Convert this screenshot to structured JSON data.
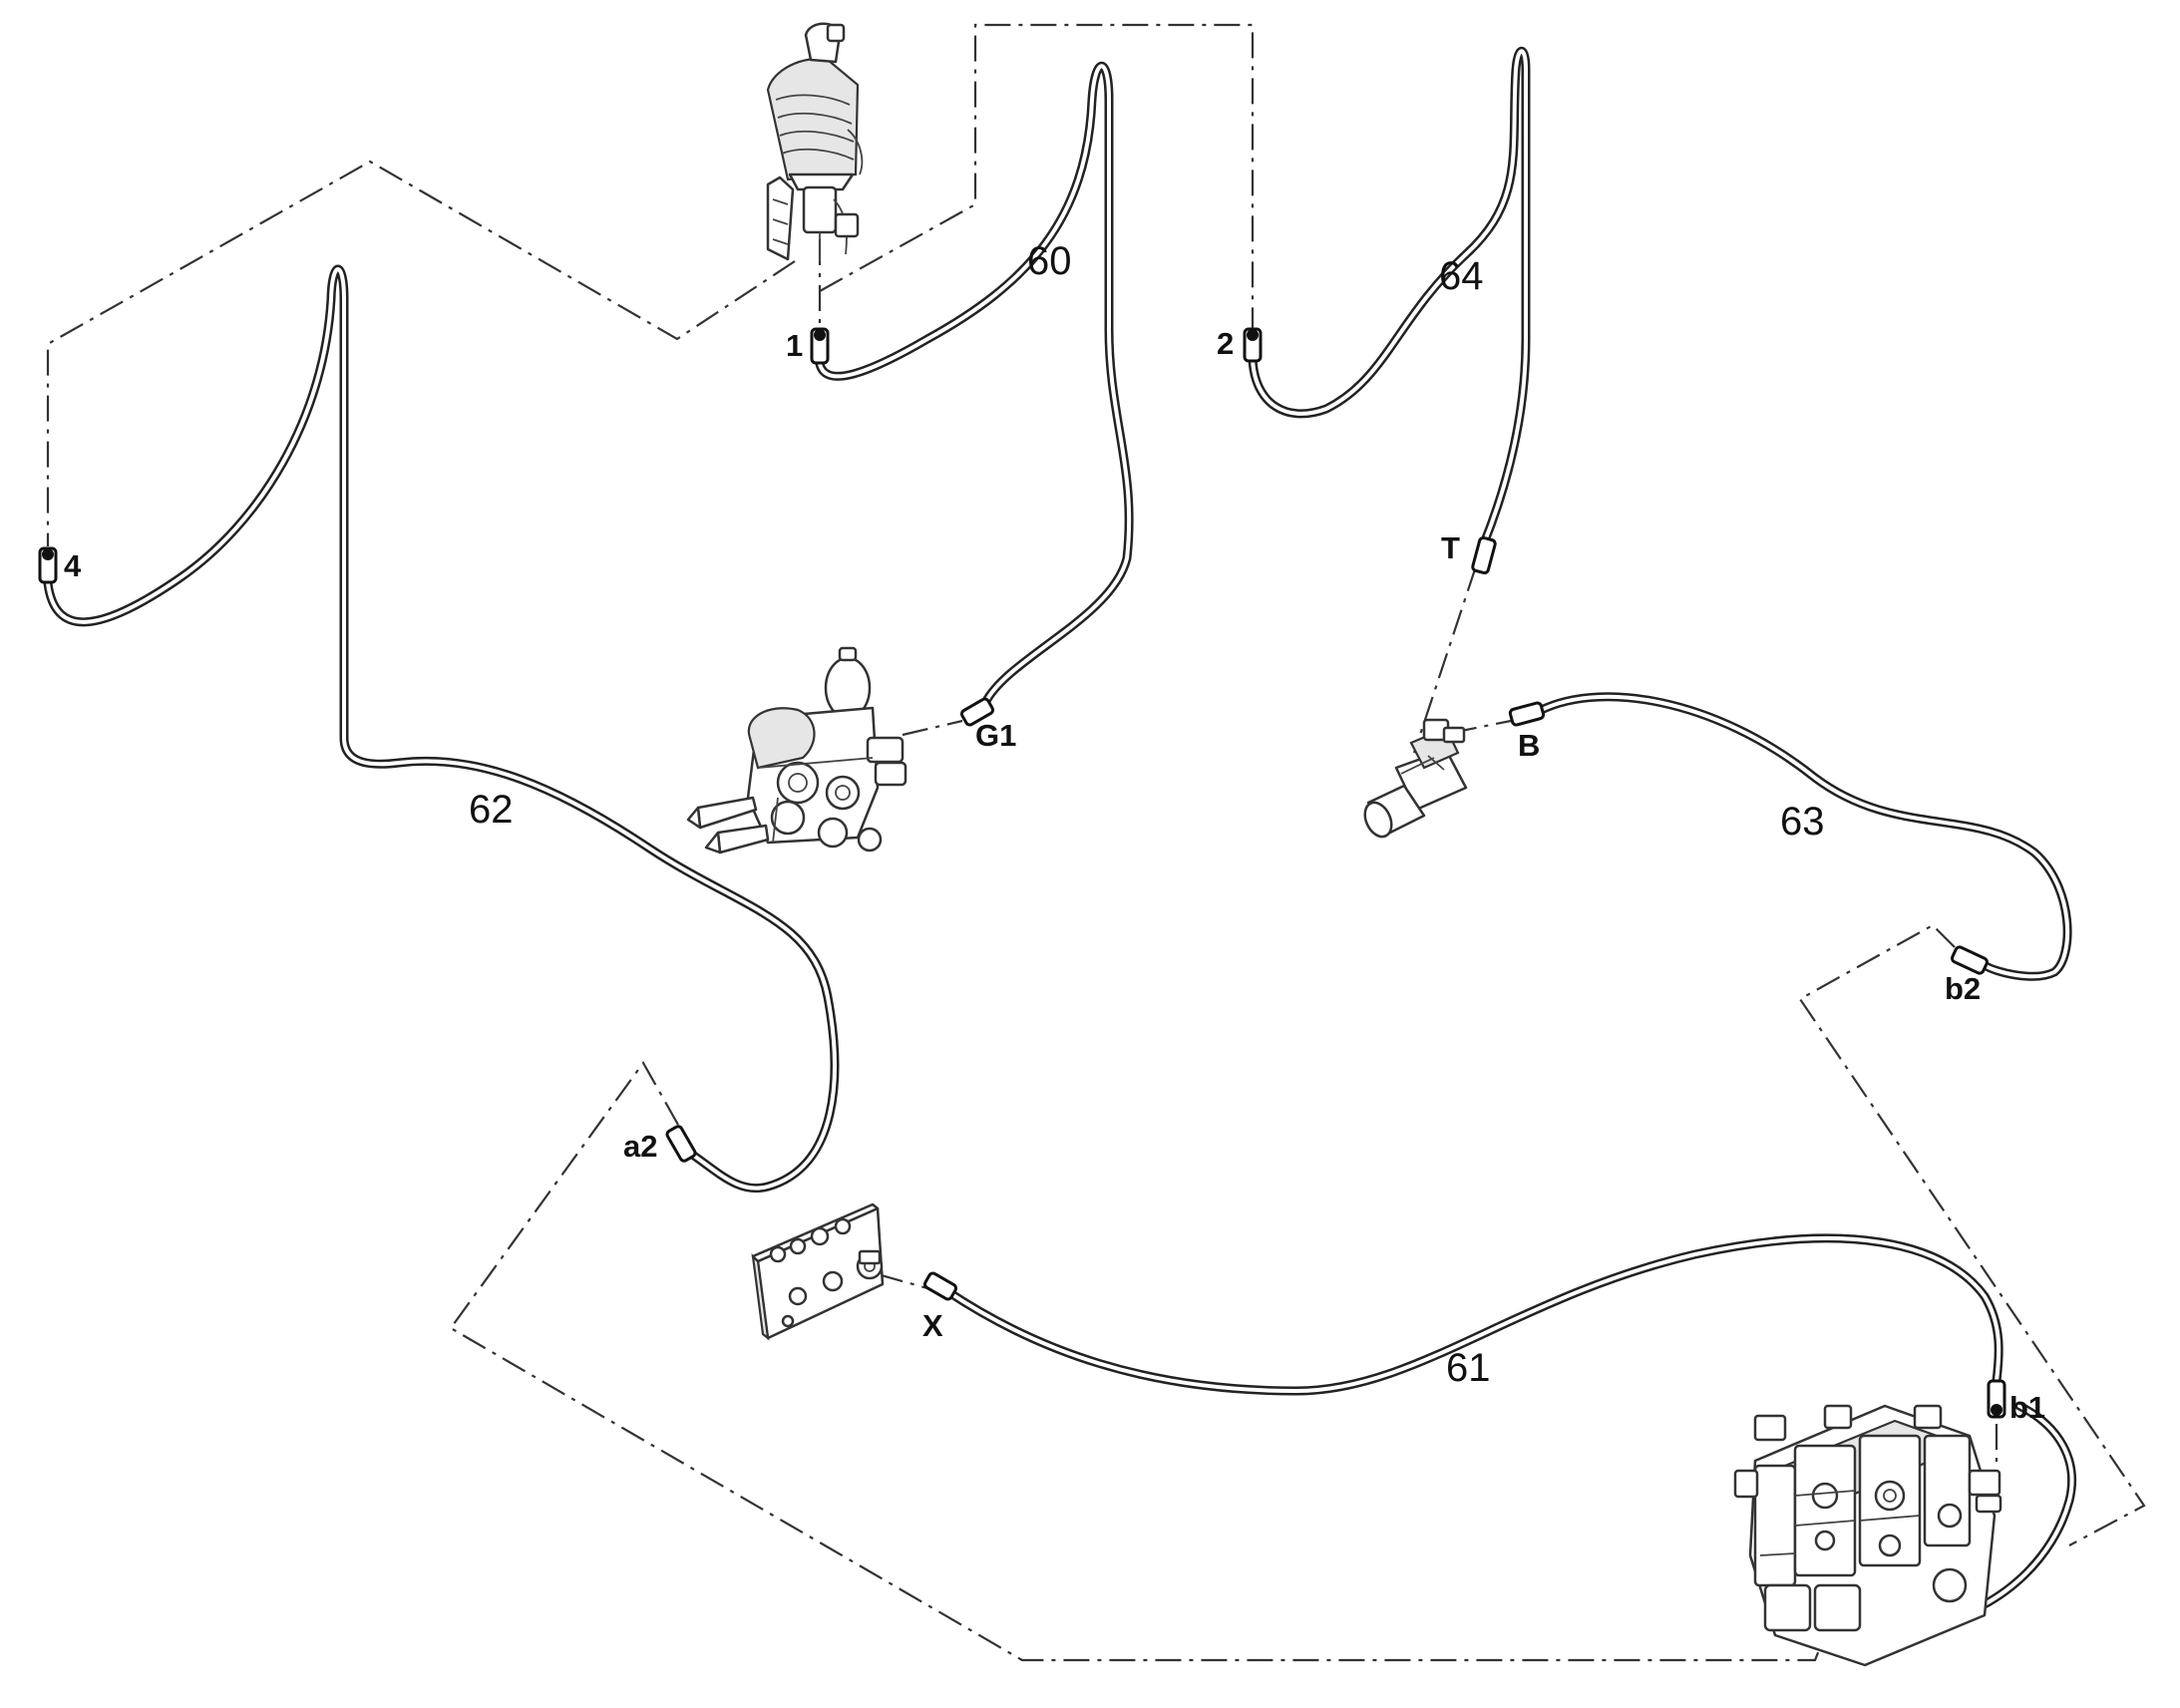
{
  "hoses": [
    {
      "id": "hose-60",
      "number": "60"
    },
    {
      "id": "hose-61",
      "number": "61"
    },
    {
      "id": "hose-62",
      "number": "62"
    },
    {
      "id": "hose-63",
      "number": "63"
    },
    {
      "id": "hose-64",
      "number": "64"
    }
  ],
  "ports": {
    "p1": "1",
    "p2": "2",
    "p4": "4",
    "pG1": "G1",
    "pT": "T",
    "pB": "B",
    "pb2": "b2",
    "pa2": "a2",
    "pX": "X",
    "pb1": "b1"
  },
  "components": [
    {
      "id": "joystick",
      "icon": "joystick-icon"
    },
    {
      "id": "accumulator-valve-block",
      "icon": "valve-block-icon"
    },
    {
      "id": "solenoid-valve",
      "icon": "solenoid-valve-icon"
    },
    {
      "id": "manifold-plate",
      "icon": "manifold-icon"
    },
    {
      "id": "main-control-valve",
      "icon": "control-valve-icon"
    }
  ],
  "colors": {
    "line": "#222222",
    "background": "#ffffff"
  }
}
